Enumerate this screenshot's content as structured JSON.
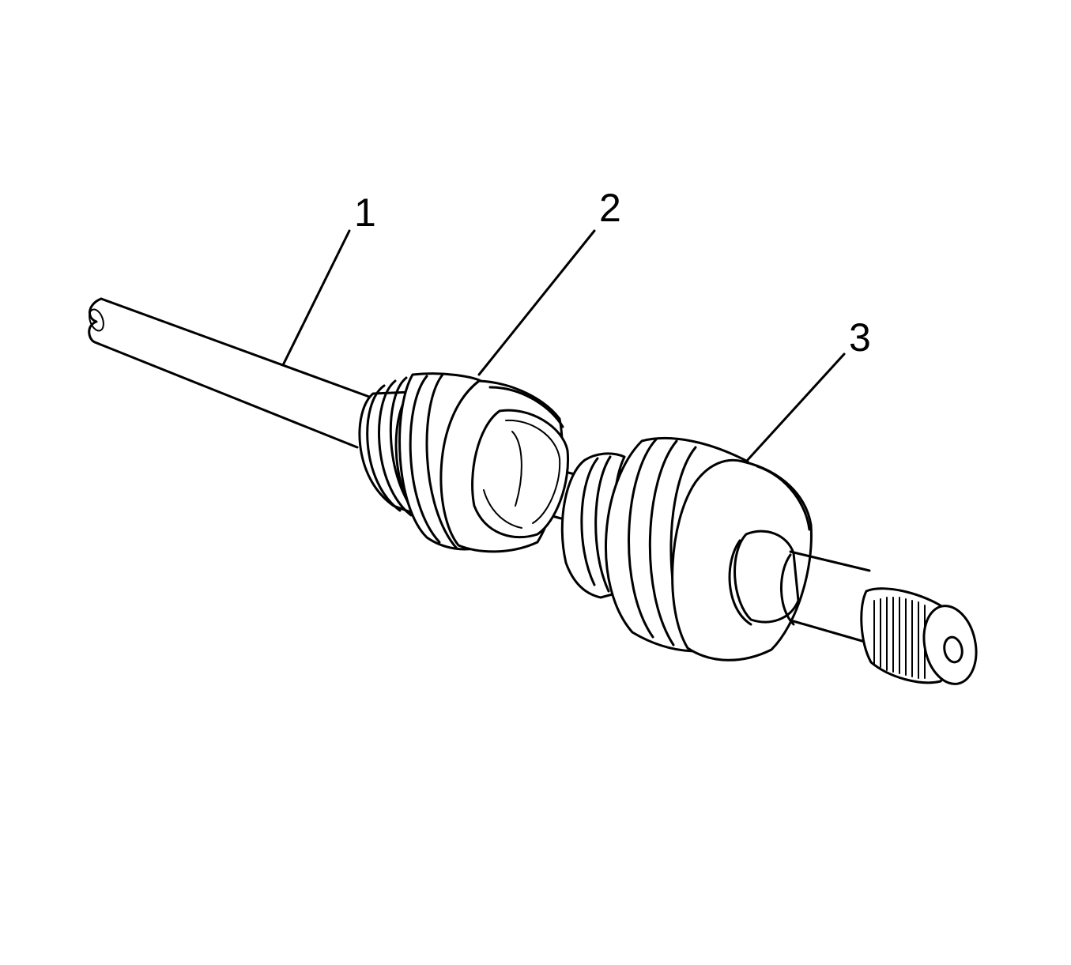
{
  "diagram": {
    "callouts": [
      {
        "id": "1",
        "text": "1"
      },
      {
        "id": "2",
        "text": "2"
      },
      {
        "id": "3",
        "text": "3"
      }
    ],
    "colors": {
      "line": "#000000",
      "background": "#ffffff"
    }
  }
}
